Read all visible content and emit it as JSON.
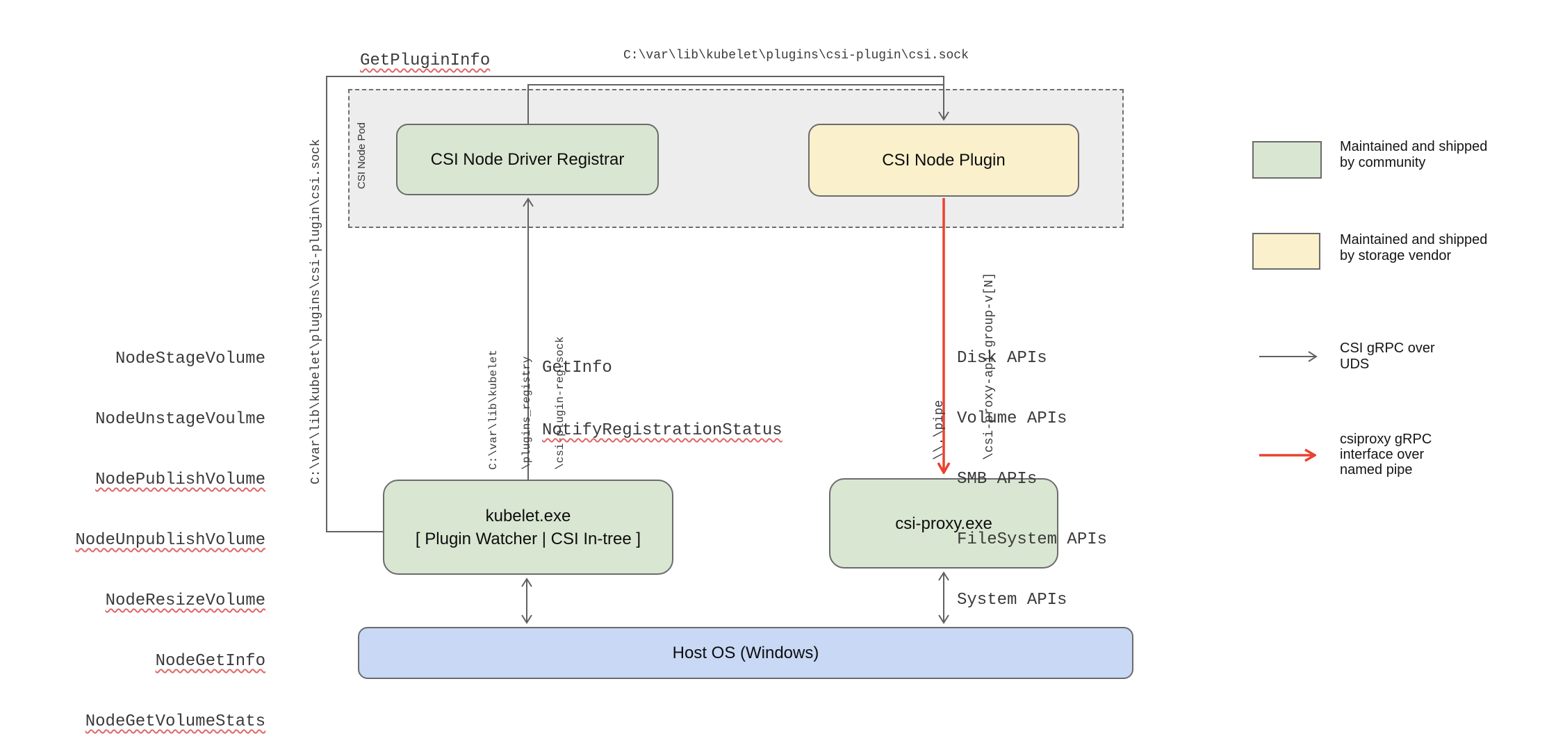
{
  "pod": {
    "label": "CSI Node Pod"
  },
  "boxes": {
    "registrar": {
      "label": "CSI Node Driver Registrar"
    },
    "plugin": {
      "label": "CSI Node Plugin"
    },
    "kubelet": {
      "line1": "kubelet.exe",
      "line2": "[ Plugin Watcher | CSI In-tree ]"
    },
    "csi_proxy": {
      "label": "csi-proxy.exe"
    },
    "host_os": {
      "label": "Host OS (Windows)"
    }
  },
  "edge_labels": {
    "get_plugin_info": "GetPluginInfo",
    "csi_sock_top": "C:\\var\\lib\\kubelet\\plugins\\csi-plugin\\csi.sock",
    "csi_sock_vertical": "C:\\var\\lib\\kubelet\\plugins\\csi-plugin\\csi.sock",
    "registry_sock_line1": "C:\\var\\lib\\kubelet",
    "registry_sock_line2": "\\plugins_registry",
    "registry_sock_line3": "\\csi-plugin-reg.sock",
    "get_info": "GetInfo",
    "notify_registration_status": "NotifyRegistrationStatus",
    "pipe_line1": "\\\\.\\pipe",
    "pipe_line2": "\\csi-proxy-api-group-v[N]"
  },
  "node_methods": [
    {
      "text": "NodeStageVolume"
    },
    {
      "text": "NodeUnstageVoulme"
    },
    {
      "text": "NodePublishVolume"
    },
    {
      "text": "NodeUnpublishVolume"
    },
    {
      "text": "NodeResizeVolume"
    },
    {
      "text": "NodeGetInfo"
    },
    {
      "text": "NodeGetVolumeStats"
    }
  ],
  "proxy_apis": [
    "Disk APIs",
    "Volume APIs",
    "SMB APIs",
    "FileSystem APIs",
    "System APIs"
  ],
  "legend": {
    "community": "Maintained and shipped by community",
    "vendor": "Maintained and shipped by storage vendor",
    "uds_arrow": "CSI gRPC over UDS",
    "pipe_arrow": "csiproxy gRPC interface over named pipe"
  },
  "colors": {
    "community_fill": "#d9e7d2",
    "vendor_fill": "#faf0cb",
    "host_fill": "#c8d8f5",
    "pod_fill": "#ededed",
    "line_gray": "#616161",
    "line_red": "#e84330",
    "squiggle_red": "#e06666"
  }
}
